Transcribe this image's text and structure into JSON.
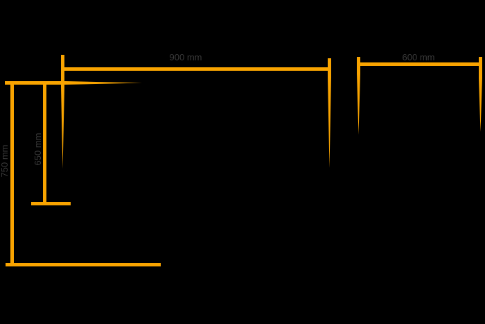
{
  "diagram": {
    "background_color": "#000000",
    "line_color": "#F9A400",
    "label_color": "#3A3A3A",
    "dimensions": {
      "top_width": {
        "label": "900 mm"
      },
      "top_right_width": {
        "label": "600 mm"
      },
      "left_outer_height": {
        "label": "750 mm"
      },
      "left_inner_height": {
        "label": "650 mm"
      }
    }
  }
}
